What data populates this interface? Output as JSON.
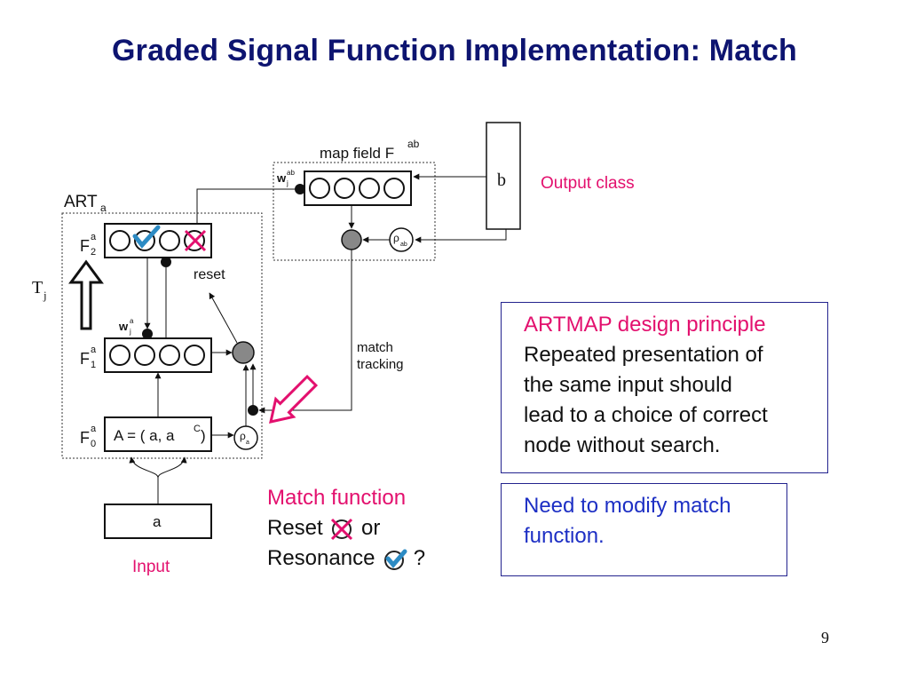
{
  "slide": {
    "title": "Graded Signal Function Implementation: Match",
    "page_number": "9"
  },
  "diagram": {
    "map_field_label": "map field F",
    "map_field_sup": "ab",
    "art_a_label": "ART",
    "art_a_sub": "a",
    "f2_label": "F",
    "f2_sup": "a",
    "f2_sub": "2",
    "f1_label": "F",
    "f1_sup": "a",
    "f1_sub": "1",
    "f0_label": "F",
    "f0_sup": "a",
    "f0_sub": "0",
    "f0_content": "A = ( a, a",
    "f0_content_sup": "C",
    "f0_content_close": ")",
    "weights_map": "w",
    "weights_map_sup": "ab",
    "weights_map_sub": "j",
    "weights_f1": "w",
    "weights_f1_sup": "a",
    "weights_f1_sub": "j",
    "rho_ab": "ρ",
    "rho_ab_sub": "ab",
    "rho_a": "ρ",
    "rho_a_sub": "a",
    "reset_label": "reset",
    "match_tracking_line1": "match",
    "match_tracking_line2": "tracking",
    "input_box": "a",
    "b_box": "b",
    "tj_label": "T",
    "tj_sub": "j"
  },
  "labels": {
    "output_class": "Output class",
    "input": "Input"
  },
  "match_function": {
    "heading": "Match function",
    "reset_word": "Reset",
    "or_word": "or",
    "resonance_word": "Resonance",
    "question": "?"
  },
  "principle_box": {
    "heading": "ARTMAP design principle",
    "body_lines": [
      "Repeated presentation of",
      "the same input should",
      "lead to a choice of correct",
      "node without search."
    ]
  },
  "modify_box": {
    "lines": [
      "Need to modify match",
      "function."
    ]
  },
  "colors": {
    "title": "#0d1470",
    "accent_red": "#e3106e",
    "box_border": "#23238e",
    "blue_text": "#1d2fc4",
    "check_blue": "#2c8bc4"
  }
}
